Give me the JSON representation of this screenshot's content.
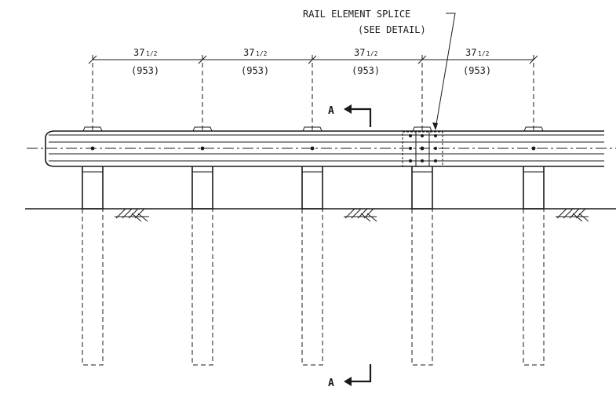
{
  "callout": {
    "line1": "RAIL ELEMENT SPLICE",
    "line2": "(SEE DETAIL)"
  },
  "section_marker": {
    "top": "A",
    "bottom": "A"
  },
  "spans": [
    {
      "imperial_whole": "37",
      "imperial_frac": "1/2",
      "metric": "(953)"
    },
    {
      "imperial_whole": "37",
      "imperial_frac": "1/2",
      "metric": "(953)"
    },
    {
      "imperial_whole": "37",
      "imperial_frac": "1/2",
      "metric": "(953)"
    },
    {
      "imperial_whole": "37",
      "imperial_frac": "1/2",
      "metric": "(953)"
    }
  ]
}
